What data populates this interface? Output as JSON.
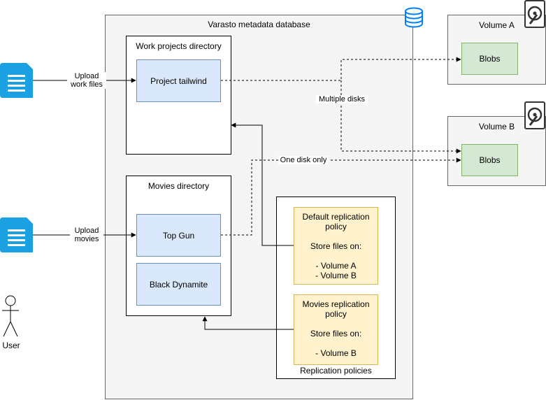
{
  "database": {
    "title": "Varasto metadata database",
    "icon": "database-icon"
  },
  "work_dir": {
    "title": "Work projects directory",
    "items": [
      "Project tailwind"
    ]
  },
  "movies_dir": {
    "title": "Movies directory",
    "items": [
      "Top Gun",
      "Black Dynamite"
    ]
  },
  "replication": {
    "title": "Replication policies",
    "default_policy": {
      "name": "Default replication policy",
      "store_label": "Store files on:",
      "volumes": [
        "- Volume A",
        "- Volume B"
      ]
    },
    "movies_policy": {
      "name": "Movies replication policy",
      "store_label": "Store files on:",
      "volumes": [
        "- Volume B"
      ]
    }
  },
  "volume_a": {
    "title": "Volume A",
    "blobs": "Blobs",
    "icon": "hard-disk-icon"
  },
  "volume_b": {
    "title": "Volume B",
    "blobs": "Blobs",
    "icon": "hard-disk-icon"
  },
  "edges": {
    "upload_work": "Upload\nwork files",
    "upload_movies": "Upload\nmovies",
    "multiple_disks": "Multiple disks",
    "one_disk": "One disk only"
  },
  "actor": {
    "label": "User",
    "icon": "user-stick-figure-icon"
  },
  "colors": {
    "doc_icon": "#1ba1e2",
    "db_icon": "#007fff",
    "blue_fill": "#dae8fc",
    "green_fill": "#d5e8d4",
    "yellow_fill": "#fff2cc"
  }
}
